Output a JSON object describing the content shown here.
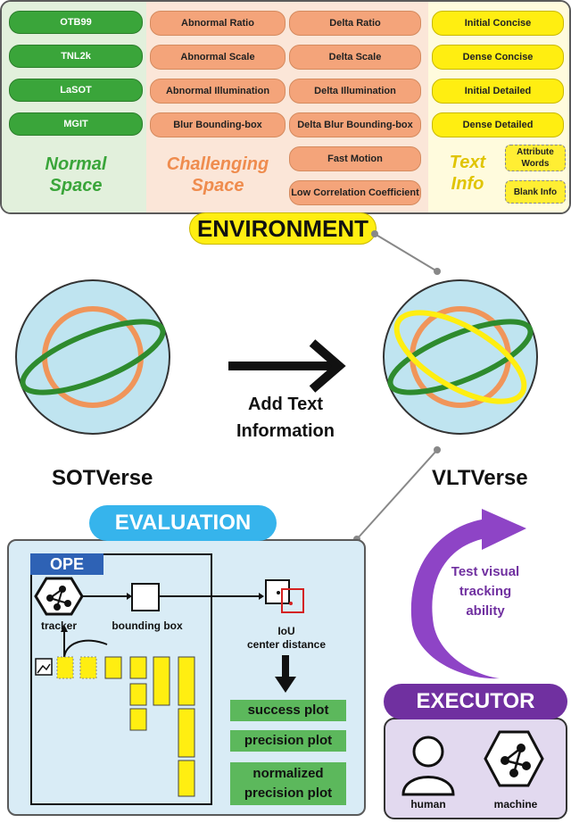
{
  "environment": {
    "label": "ENVIRONMENT",
    "normal": {
      "items": [
        "OTB99",
        "TNL2k",
        "LaSOT",
        "MGIT"
      ],
      "label_line1": "Normal",
      "label_line2": "Space"
    },
    "challenging": {
      "left_items": [
        "Abnormal Ratio",
        "Abnormal Scale",
        "Abnormal Illumination",
        "Blur Bounding-box"
      ],
      "right_items": [
        "Delta Ratio",
        "Delta Scale",
        "Delta Illumination",
        "Delta Blur Bounding-box",
        "Fast Motion",
        "Low Correlation Coefficient"
      ],
      "label_line1": "Challenging",
      "label_line2": "Space"
    },
    "text": {
      "items": [
        "Initial Concise",
        "Dense Concise",
        "Initial Detailed",
        "Dense Detailed"
      ],
      "extra": [
        "Attribute Words",
        "Blank Info"
      ],
      "label_line1": "Text",
      "label_line2": "Info"
    }
  },
  "worlds": {
    "left_label": "SOTVerse",
    "right_label": "VLTVerse",
    "arrow_text_line1": "Add Text",
    "arrow_text_line2": "Information"
  },
  "evaluation": {
    "label": "EVALUATION",
    "ope_label": "OPE",
    "tracker_label": "tracker",
    "bbox_label": "bounding box",
    "metric_line1": "IoU",
    "metric_line2": "center distance",
    "plots": [
      "success plot",
      "precision plot"
    ],
    "plot3_line1": "normalized",
    "plot3_line2": "precision plot"
  },
  "executor": {
    "label": "EXECUTOR",
    "ability_line1": "Test visual",
    "ability_line2": "tracking",
    "ability_line3": "ability",
    "human_label": "human",
    "machine_label": "machine"
  },
  "colors": {
    "green": "#3aa53a",
    "orange": "#f4a47a",
    "yellow": "#ffee11",
    "blue": "#36b4ec",
    "purple": "#7030a0"
  }
}
